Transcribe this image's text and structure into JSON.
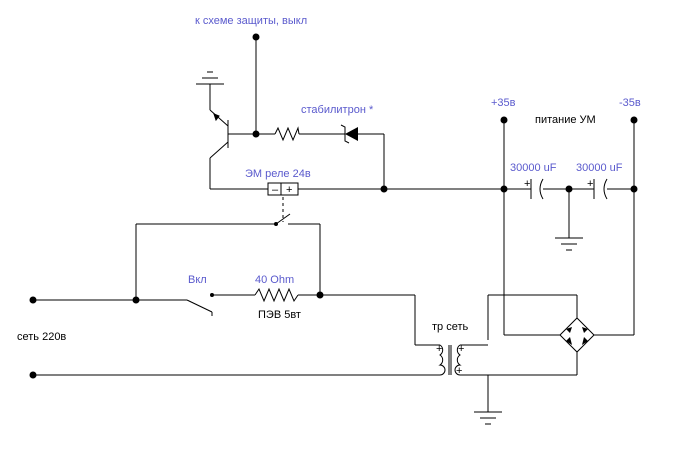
{
  "labels": {
    "protection": "к схеме защиты, выкл",
    "zener": "стабилитрон  *",
    "plus35": "+35в",
    "minus35": "-35в",
    "power_amp": "питание УМ",
    "cap1": "30000 uF",
    "cap2": "30000 uF",
    "relay": "ЭМ реле 24в",
    "on_switch": "Вкл",
    "resistor_value": "40  Ohm",
    "resistor_type": "ПЭВ 5вт",
    "mains": "сеть 220в",
    "transformer": "тр сеть",
    "relay_minus": "–",
    "relay_plus": "+",
    "cap1_plus": "+",
    "cap2_plus": "+",
    "tr_plus_primary": "+",
    "tr_plus_secondary": "+",
    "tr_plus_bottom": "+"
  },
  "colors": {
    "label_blue": "#5a5acd",
    "wire": "#000000"
  }
}
